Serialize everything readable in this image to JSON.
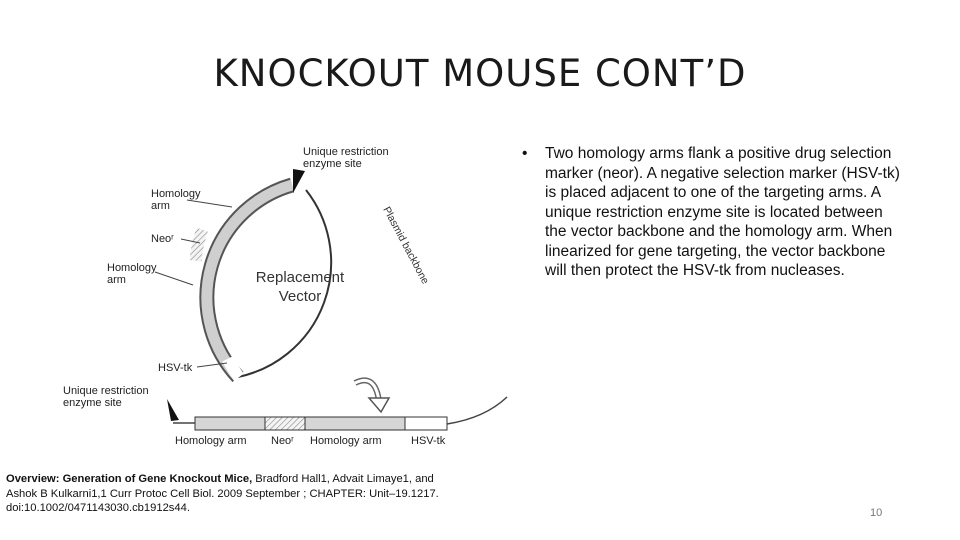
{
  "slide": {
    "title": "KNOCKOUT MOUSE CONT’D",
    "bullet_symbol": "•",
    "bullets": [
      "Two homology arms flank a positive drug selection marker (neor). A negative selection marker (HSV-tk) is placed adjacent to one of the targeting arms. A unique restriction enzyme site is located between the vector backbone and the homology arm. When linearized for gene targeting, the vector backbone will then protect the HSV-tk from nucleases."
    ],
    "citation": {
      "title": "Overview: Generation of Gene Knockout Mice,",
      "details": " Bradford Hall1, Advait Limaye1, and Ashok B Kulkarni1,1 Curr Protoc Cell Biol. 2009 September ; CHAPTER: Unit–19.1217. doi:10.1002/0471143030.cb1912s44."
    },
    "page_number": "10"
  },
  "diagram": {
    "center_label_line1": "Replacement",
    "center_label_line2": "Vector",
    "label_unique_site_top_1": "Unique restriction",
    "label_unique_site_top_2": "enzyme site",
    "label_homology_arm_1a": "Homology",
    "label_homology_arm_1b": "arm",
    "label_neor": "Neoʳ",
    "label_homology_arm_2a": "Homology",
    "label_homology_arm_2b": "arm",
    "label_hsvtk": "HSV-tk",
    "label_plasmid_backbone": "Plasmid backbone",
    "label_unique_site_bottom_1": "Unique restriction",
    "label_unique_site_bottom_2": "enzyme site",
    "linear_homology_arm_left": "Homology arm",
    "linear_neor": "Neoʳ",
    "linear_homology_arm_right": "Homology arm",
    "linear_hsvtk": "HSV-tk"
  }
}
